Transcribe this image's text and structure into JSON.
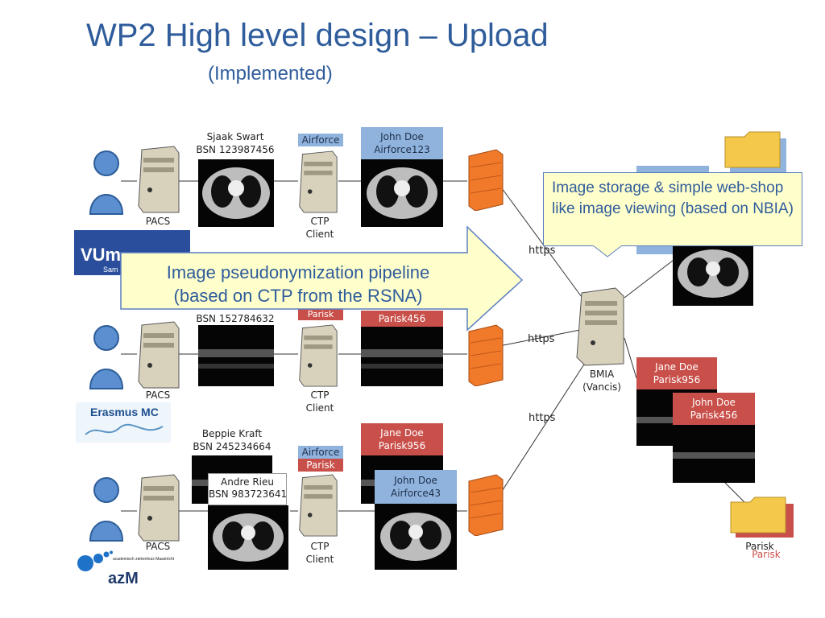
{
  "page": {
    "title": "WP2 High level design – Upload",
    "subtitle": "(Implemented)"
  },
  "rows": [
    {
      "pacs_label": "PACS",
      "ctp_label": "CTP",
      "ctp_sub": "Client",
      "patient_name": "Sjaak Swart",
      "patient_bsn": "BSN 123987456",
      "project_tags": [
        "Airforce"
      ],
      "anon_name": "John Doe",
      "anon_id": "Airforce123"
    },
    {
      "pacs_label": "PACS",
      "ctp_label": "CTP",
      "ctp_sub": "Client",
      "patient_bsn": "BSN 152784632",
      "project_tags": [
        "Parisk"
      ],
      "anon_id": "Parisk456"
    },
    {
      "pacs_label": "PACS",
      "ctp_label": "CTP",
      "ctp_sub": "Client",
      "patient_name": "Beppie Kraft",
      "patient_bsn": "BSN 245234664",
      "patient2_name": "Andre Rieu",
      "patient2_bsn": "BSN 983723641",
      "project_tags": [
        "Airforce",
        "Parisk"
      ],
      "anon_name": "Jane Doe",
      "anon_id": "Parisk956",
      "anon2_name": "John Doe",
      "anon2_id": "Airforce43"
    }
  ],
  "server": {
    "label": "BMIA",
    "sub": "(Vancis)"
  },
  "https_labels": [
    "https",
    "https",
    "https"
  ],
  "storage_right": {
    "card1_name": "Jane Doe",
    "card1_id": "Parisk956",
    "card2_name": "John Doe",
    "card2_id": "Parisk456",
    "folder_label": "Parisk",
    "folder_label2": "Parisk"
  },
  "callouts": {
    "storage": "Image storage & simple web-shop like image viewing (based on NBIA)",
    "pipeline_line1": "Image pseudonymization pipeline",
    "pipeline_line2": "(based on CTP from the RSNA)"
  },
  "logos": {
    "vumc": "VUm",
    "vumc_small": "Sam",
    "erasmus": "Erasmus MC",
    "azm_small": "academisch ziekenhuis Maastricht",
    "azm": "azM"
  },
  "colors": {
    "title": "#2f5c9b",
    "blue_tag": "#8fb3dd",
    "red_tag": "#c9504a",
    "firewall": "#f07a2a",
    "callout_bg": "#ffffcc"
  }
}
